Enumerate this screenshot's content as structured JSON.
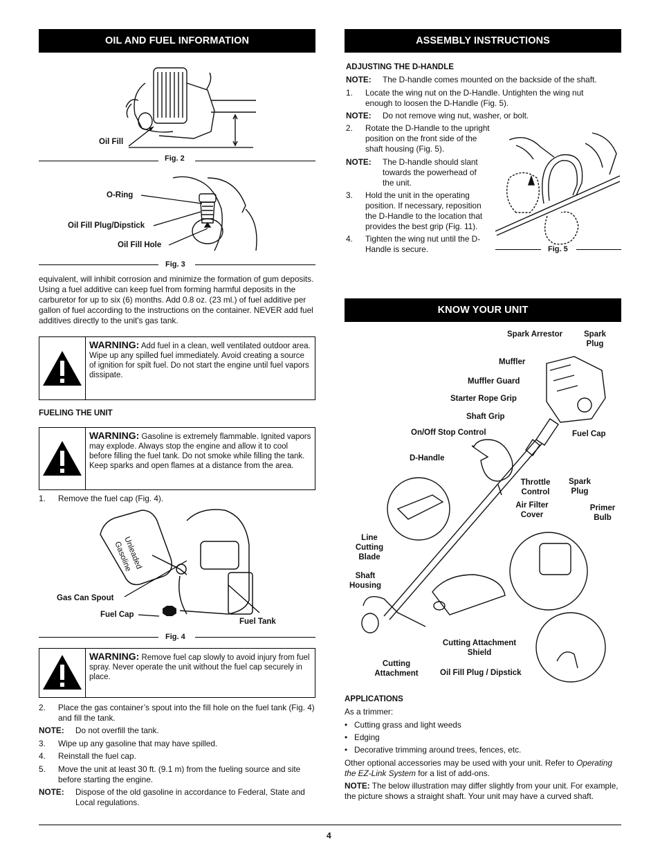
{
  "left": {
    "header": "OIL AND FUEL INFORMATION",
    "fig2": {
      "oil_fill": "Oil Fill",
      "caption": "Fig. 2"
    },
    "fig3": {
      "o_ring": "O-Ring",
      "plug": "Oil Fill Plug/Dipstick",
      "hole": "Oil Fill Hole",
      "caption": "Fig. 3"
    },
    "para1": "equivalent, will inhibit corrosion and minimize the formation of gum deposits. Using a fuel additive can keep fuel from forming harmful deposits in the carburetor for up to six (6) months. Add 0.8 oz. (23 ml.) of fuel additive per gallon of fuel according to the instructions on the container. NEVER add fuel additives directly to the unit's gas tank.",
    "warning1": {
      "title": "WARNING:",
      "text": "Add fuel in a clean, well ventilated outdoor area. Wipe up any spilled fuel immediately. Avoid creating a source of ignition for spilt fuel. Do not start the engine until fuel vapors dissipate."
    },
    "fueling_title": "FUELING THE UNIT",
    "warning2": {
      "title": "WARNING:",
      "text": "Gasoline is extremely flammable. Ignited vapors may explode. Always stop the engine and allow it to cool before filling the fuel tank. Do not smoke while filling the tank. Keep sparks and open flames at a distance from the area."
    },
    "step1": {
      "num": "1.",
      "text": "Remove the fuel cap (Fig. 4)."
    },
    "fig4": {
      "can_text": "Unleaded Gasoline",
      "spout": "Gas Can Spout",
      "cap": "Fuel Cap",
      "tank": "Fuel Tank",
      "caption": "Fig. 4"
    },
    "warning3": {
      "title": "WARNING:",
      "text": "Remove fuel cap slowly to avoid injury from fuel spray. Never operate the unit without the fuel cap securely in place."
    },
    "step2": {
      "num": "2.",
      "text": "Place the gas container’s spout into the fill hole on the fuel tank (Fig. 4) and fill the tank."
    },
    "note1": {
      "label": "NOTE:",
      "text": "Do not overfill the tank."
    },
    "step3": {
      "num": "3.",
      "text": "Wipe up any gasoline that may have spilled."
    },
    "step4": {
      "num": "4.",
      "text": "Reinstall the fuel cap."
    },
    "step5": {
      "num": "5.",
      "text": "Move the unit at least 30 ft. (9.1 m) from the fueling source and site before starting the engine."
    },
    "note2": {
      "label": "NOTE:",
      "text": "Dispose of the old gasoline in accordance to Federal, State and Local regulations."
    }
  },
  "right": {
    "header": "ASSEMBLY INSTRUCTIONS",
    "adj_title": "ADJUSTING THE D-HANDLE",
    "note1": {
      "label": "NOTE:",
      "text": "The D-handle comes mounted on the backside of the shaft."
    },
    "step1": {
      "num": "1.",
      "text": "Locate the wing nut on the D-Handle. Untighten the wing nut enough to loosen the D-Handle (Fig. 5)."
    },
    "note2": {
      "label": "NOTE:",
      "text": "Do not remove wing nut, washer, or bolt."
    },
    "step2": {
      "num": "2.",
      "text": "Rotate the D-Handle to the upright position on  the front side of the shaft housing (Fig. 5)."
    },
    "note3": {
      "label": "NOTE:",
      "text": "The D-handle should slant towards the powerhead of the unit."
    },
    "step3": {
      "num": "3.",
      "text": "Hold the unit in the operating position. If necessary, reposition the D-Handle to the location that provides the best grip (Fig. 11)."
    },
    "step4": {
      "num": "4.",
      "text": "Tighten the wing nut until the D-Handle is secure."
    },
    "fig5_caption": "Fig. 5",
    "know_header": "KNOW YOUR UNIT",
    "labels": {
      "spark_arrestor": "Spark Arrestor",
      "spark_plug_top": "Spark Plug",
      "muffler": "Muffler",
      "muffler_guard": "Muffler Guard",
      "starter_rope": "Starter Rope Grip",
      "shaft_grip": "Shaft Grip",
      "onoff": "On/Off Stop Control",
      "fuel_cap": "Fuel Cap",
      "d_handle": "D-Handle",
      "throttle": "Throttle Control",
      "spark_plug": "Spark Plug",
      "air_filter": "Air Filter Cover",
      "primer": "Primer Bulb",
      "line_blade": "Line Cutting Blade",
      "shaft_housing": "Shaft Housing",
      "cutting_shield": "Cutting Attachment Shield",
      "cutting_attachment": "Cutting Attachment",
      "oil_plug": "Oil Fill Plug / Dipstick"
    },
    "apps_title": "APPLICATIONS",
    "apps_intro": "As a trimmer:",
    "apps": [
      "Cutting grass and light weeds",
      "Edging",
      "Decorative trimming around trees, fences, etc."
    ],
    "optional": {
      "pre": "Other optional accessories may be used with your unit. Refer to ",
      "em": "Operating the EZ-Link System",
      "post": " for a list of add-ons."
    },
    "note_final": {
      "label": "NOTE:",
      "text": " The below illustration may differ slightly from your unit. For example, the picture shows a straight shaft. Your unit may have a curved shaft."
    }
  },
  "page_number": "4"
}
